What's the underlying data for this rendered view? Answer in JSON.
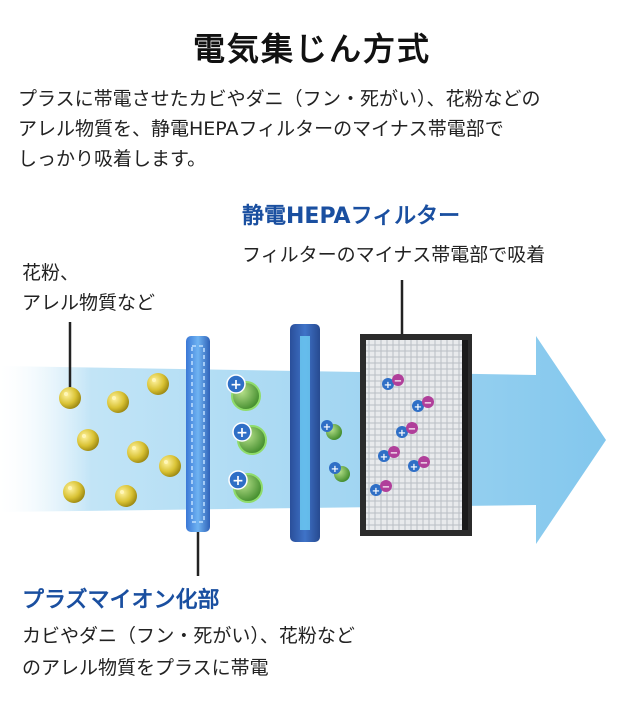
{
  "title": "電気集じん方式",
  "intro": {
    "lines": [
      "プラスに帯電させたカビやダニ（フン・死がい）、花粉などの",
      "アレル物質を、静電HEPAフィルターのマイナス帯電部で",
      "しっかり吸着します。"
    ]
  },
  "hepa_filter": {
    "title": "静電HEPAフィルター",
    "description": "フィルターのマイナス帯電部で吸着"
  },
  "pollen": {
    "lines": [
      "花粉、",
      "アレル物質など"
    ]
  },
  "plasma_ion": {
    "title": "プラズマイオン化部",
    "lines": [
      "カビやダニ（フン・死がい）、花粉など",
      "のアレル物質をプラスに帯電"
    ]
  },
  "symbols": {
    "plus": "+",
    "minus": "−"
  },
  "colors": {
    "accent": "#1a4fa0",
    "airflow": "#8fcdee",
    "pollen": "#d9c234",
    "particle_green": "#5aa83c",
    "plus_ion": "#2f6fc6",
    "minus_ion": "#b03f9a"
  },
  "icons": {
    "pollen": "pollen-grain-icon",
    "charged_particle": "charged-particle-icon",
    "ionizer": "plasma-ionizer-icon",
    "filter": "hepa-filter-icon"
  }
}
